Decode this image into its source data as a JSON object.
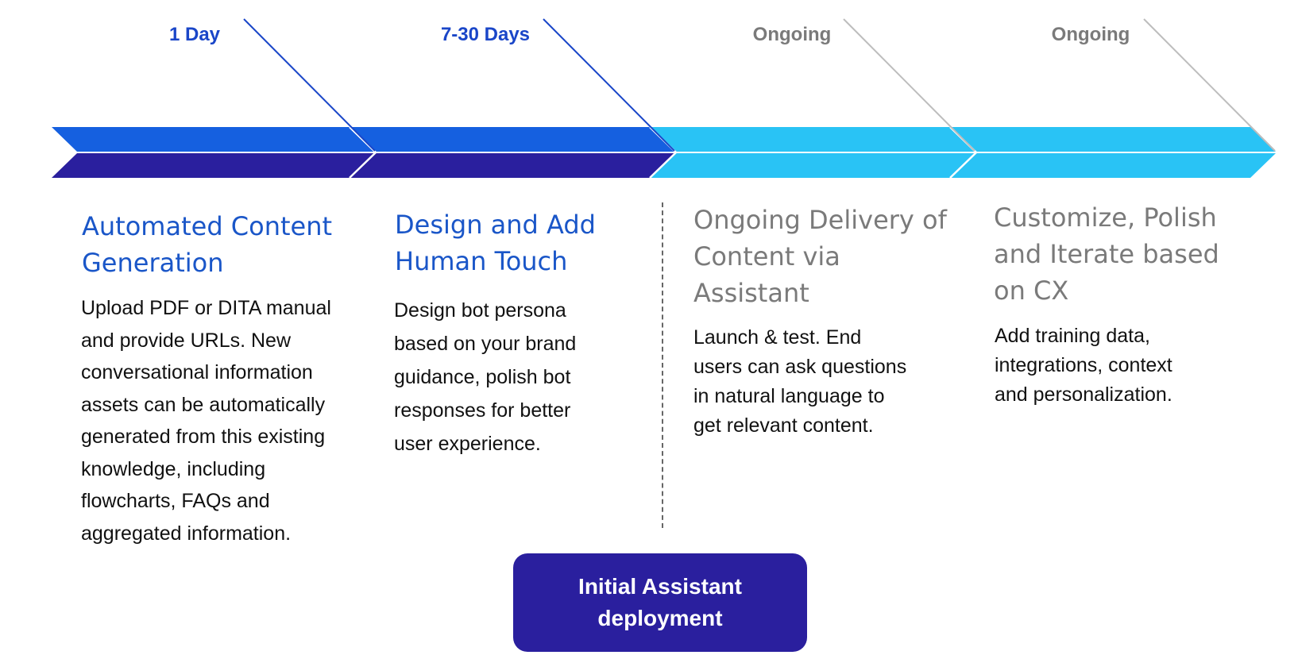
{
  "colors": {
    "dark_blue": "#2a1f9e",
    "mid_blue": "#1560e0",
    "light_blue": "#29c3f5",
    "title_blue": "#1a56c8",
    "title_gray": "#7a7a7a",
    "diag_blue": "#1a46c8",
    "diag_gray": "#bdbdbd"
  },
  "phases": [
    {
      "duration": "1 Day",
      "title_lines": [
        "Automated Content",
        "Generation"
      ],
      "description_lines": [
        "Upload PDF or DITA manual",
        "and provide URLs. New",
        "conversational information",
        "assets can be automatically",
        "generated from this existing",
        "knowledge, including",
        "flowcharts, FAQs and",
        "aggregated information."
      ]
    },
    {
      "duration": "7-30 Days",
      "title_lines": [
        "Design and Add",
        "Human Touch"
      ],
      "description_lines": [
        "Design bot persona",
        "based on your brand",
        "guidance, polish bot",
        "responses for better",
        "user experience."
      ]
    },
    {
      "duration": "Ongoing",
      "title_lines": [
        "Ongoing Delivery of",
        "Content via",
        "Assistant"
      ],
      "description_lines": [
        "Launch & test. End",
        "users can ask questions",
        "in natural language to",
        "get relevant content."
      ]
    },
    {
      "duration": "Ongoing",
      "title_lines": [
        "Customize, Polish",
        "and Iterate based",
        "on CX"
      ],
      "description_lines": [
        "Add training data,",
        "integrations, context",
        "and personalization."
      ]
    }
  ],
  "deployment": {
    "lines": [
      "Initial Assistant",
      "deployment"
    ]
  }
}
